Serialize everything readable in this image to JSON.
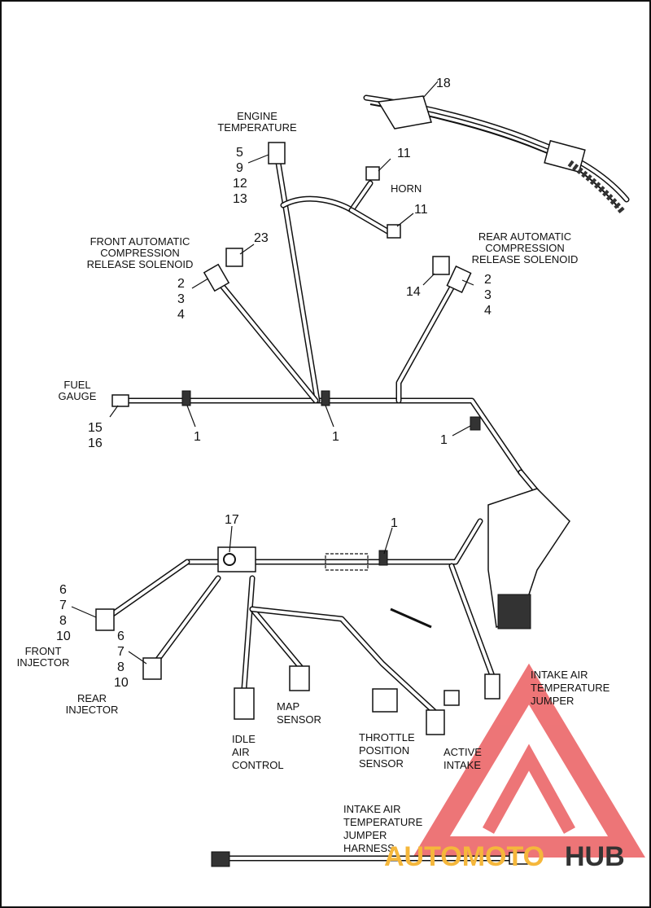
{
  "labels": {
    "engine_temp": [
      "ENGINE",
      "TEMPERATURE"
    ],
    "horn": "HORN",
    "front_acr": [
      "FRONT AUTOMATIC",
      "COMPRESSION",
      "RELEASE SOLENOID"
    ],
    "rear_acr": [
      "REAR AUTOMATIC",
      "COMPRESSION",
      "RELEASE SOLENOID"
    ],
    "fuel_gauge": [
      "FUEL",
      "GAUGE"
    ],
    "front_injector": [
      "FRONT",
      "INJECTOR"
    ],
    "rear_injector": [
      "REAR",
      "INJECTOR"
    ],
    "map_sensor": [
      "MAP",
      "SENSOR"
    ],
    "idle_air": [
      "IDLE",
      "AIR",
      "CONTROL"
    ],
    "throttle_pos": [
      "THROTTLE",
      "POSITION",
      "SENSOR"
    ],
    "active_intake": [
      "ACTIVE",
      "INTAKE"
    ],
    "intake_jumper": [
      "INTAKE AIR",
      "TEMPERATURE",
      "JUMPER"
    ],
    "intake_jumper_harness": [
      "INTAKE AIR",
      "TEMPERATURE",
      "JUMPER",
      "HARNESS"
    ]
  },
  "callouts": {
    "c18": "18",
    "c11a": "11",
    "c11b": "11",
    "c23": "23",
    "c14": "14",
    "engine_temp_nums": [
      "5",
      "9",
      "12",
      "13"
    ],
    "front_acr_nums": [
      "2",
      "3",
      "4"
    ],
    "rear_acr_nums": [
      "2",
      "3",
      "4"
    ],
    "fuel_gauge_nums": [
      "15",
      "16"
    ],
    "clip_a": "1",
    "clip_b": "1",
    "clip_c": "1",
    "clip_d": "1",
    "c17": "17",
    "front_injector_nums": [
      "6",
      "7",
      "8",
      "10"
    ],
    "rear_injector_nums": [
      "6",
      "7",
      "8",
      "10"
    ]
  },
  "watermark": {
    "text_a": "AUTOMOTO",
    "text_b": "HUB",
    "color_a": "#f5b73b",
    "color_b": "#333333",
    "logo_color": "#e8474a"
  }
}
